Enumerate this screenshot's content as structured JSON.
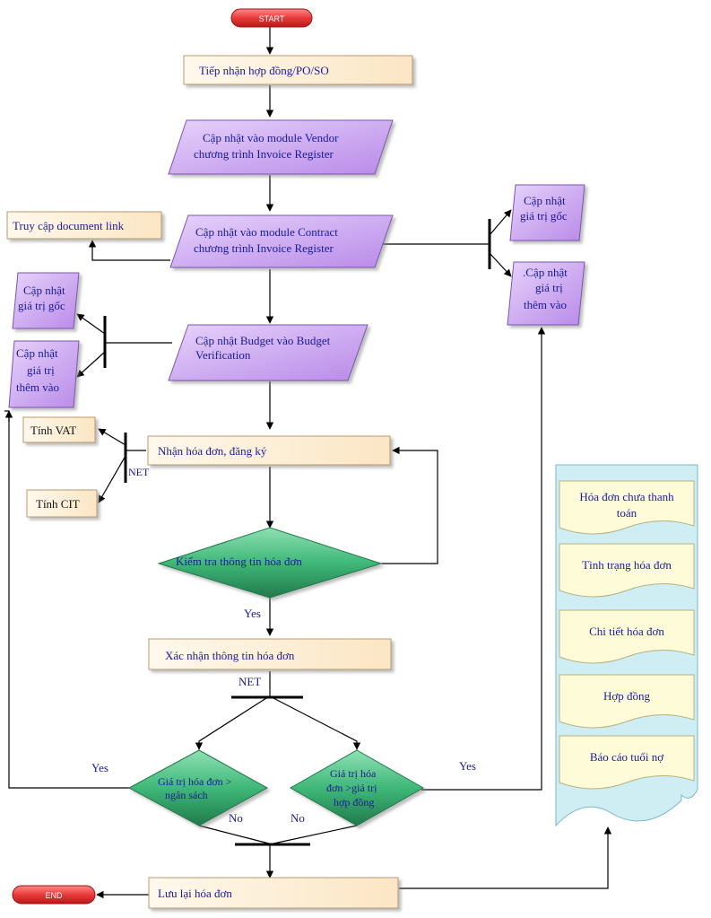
{
  "colors": {
    "terminal_fill": "#ee4444",
    "terminal_stroke": "#a01010",
    "process_fill": "#fdf0d8",
    "process_stroke": "#b89a70",
    "data_fill": "#c9a8f0",
    "data_stroke": "#7a55b0",
    "decision_fill": "#3fb878",
    "decision_stroke": "#1f7a4a",
    "doc_fill": "#fefcd8",
    "doc_stack_fill": "#cfeef4",
    "doc_stack_stroke": "#7bb8c4",
    "line": "#000000",
    "text_blue": "#1a1a9c",
    "text_dark": "#111111"
  },
  "terminals": {
    "start": "START",
    "end": "END"
  },
  "nodes": {
    "receive_contract": "Tiếp nhận hợp đồng/PO/SO",
    "vendor_update_l1": "Cập nhật vào module Vendor",
    "vendor_update_l2": "chương trình Invoice Register",
    "contract_update_l1": "Cập nhật vào module Contract",
    "contract_update_l2": "chương trình Invoice Register",
    "doc_link": "Truy cập document link",
    "right_original_l1": "Cập nhật",
    "right_original_l2": "giá trị gốc",
    "right_added_l1": ".Cập nhật",
    "right_added_l2": "giá trị",
    "right_added_l3": "thêm vào",
    "left_original_l1": "Cập nhật",
    "left_original_l2": "giá trị gốc",
    "left_added_l1": "Cập nhật",
    "left_added_l2": "giá trị",
    "left_added_l3": "thêm vào",
    "budget_update_l1": "Cập nhật  Budget vào Budget",
    "budget_update_l2": "Verification",
    "vat": "Tính VAT",
    "cit": "Tính CIT",
    "receive_invoice": "Nhận hóa đơn, đăng ký",
    "check_invoice": "Kiểm tra thông tin hóa đơn",
    "confirm_invoice": "Xác nhận thông tin hóa đơn",
    "budget_decision_l1": "Giá trị hóa đơn >",
    "budget_decision_l2": "ngân sách",
    "contract_decision_l1": "Giá trị hóa",
    "contract_decision_l2": "đơn >giá trị",
    "contract_decision_l3": "hợp đồng",
    "save_invoice": "Lưu lại hóa đơn"
  },
  "labels": {
    "net_top": "NET",
    "net_left": "NET",
    "yes_check": "Yes",
    "yes_left": "Yes",
    "yes_right": "Yes",
    "no_left": "No",
    "no_right": "No"
  },
  "reports": [
    {
      "l1": "Hóa đơn chưa thanh",
      "l2": "toán"
    },
    {
      "l1": "Tình trạng hóa đơn",
      "l2": ""
    },
    {
      "l1": "Chi tiết hóa đơn",
      "l2": ""
    },
    {
      "l1": "Hợp đồng",
      "l2": ""
    },
    {
      "l1": "Báo cáo tuổi nợ",
      "l2": ""
    }
  ]
}
